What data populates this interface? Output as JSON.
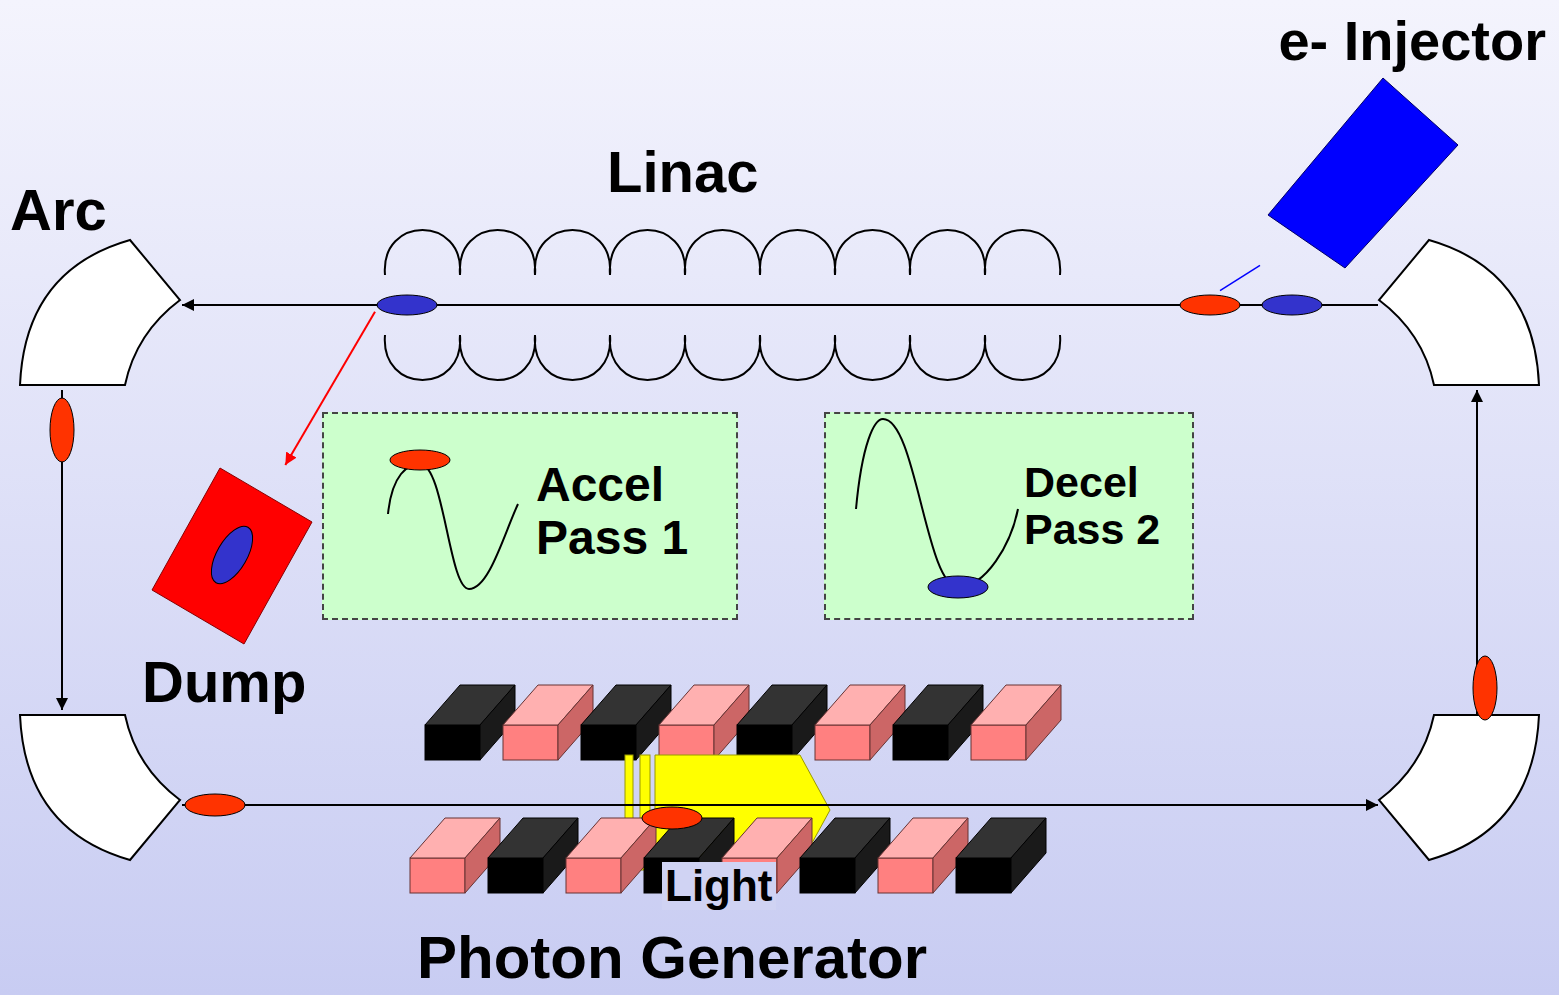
{
  "diagram": {
    "nodes": [
      {
        "text": [
          "Arc"
        ]
      },
      {
        "text": [
          "Linac"
        ]
      },
      {
        "text": [
          "e- Injector"
        ]
      },
      {
        "text": [
          "Accel Pass 1"
        ]
      },
      {
        "text": [
          "Decel Pass 2"
        ]
      },
      {
        "text": [
          "Dump"
        ]
      },
      {
        "text": [
          "Photon Generator"
        ]
      }
    ],
    "edges": [
      {
        "from": 2,
        "to": 1,
        "arrow": "none"
      },
      {
        "from": 1,
        "to": 0,
        "arrow": "to"
      },
      {
        "from": 1,
        "to": 5,
        "arrow": "to"
      }
    ],
    "labels": [
      "Light"
    ]
  }
}
